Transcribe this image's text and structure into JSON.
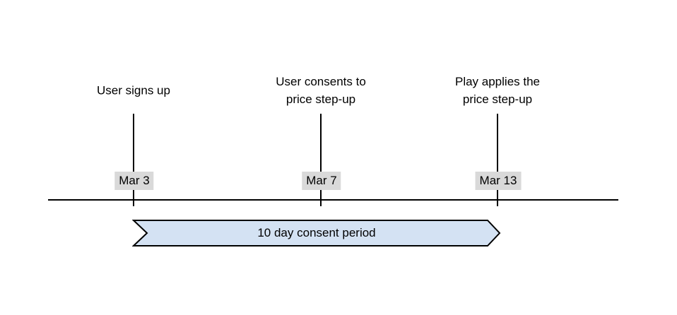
{
  "timeline": {
    "events": [
      {
        "title_lines": [
          "User signs up"
        ],
        "date": "Mar 3"
      },
      {
        "title_lines": [
          "User consents to",
          "price step-up"
        ],
        "date": "Mar 7"
      },
      {
        "title_lines": [
          "Play applies the",
          "price step-up"
        ],
        "date": "Mar 13"
      }
    ],
    "period": {
      "label": "10 day consent period"
    }
  },
  "colors": {
    "axis_line": "#000000",
    "tick_line": "#000000",
    "date_badge_bg": "#d9d9d9",
    "period_fill": "#d4e2f3",
    "period_stroke": "#000000",
    "text": "#000000"
  }
}
